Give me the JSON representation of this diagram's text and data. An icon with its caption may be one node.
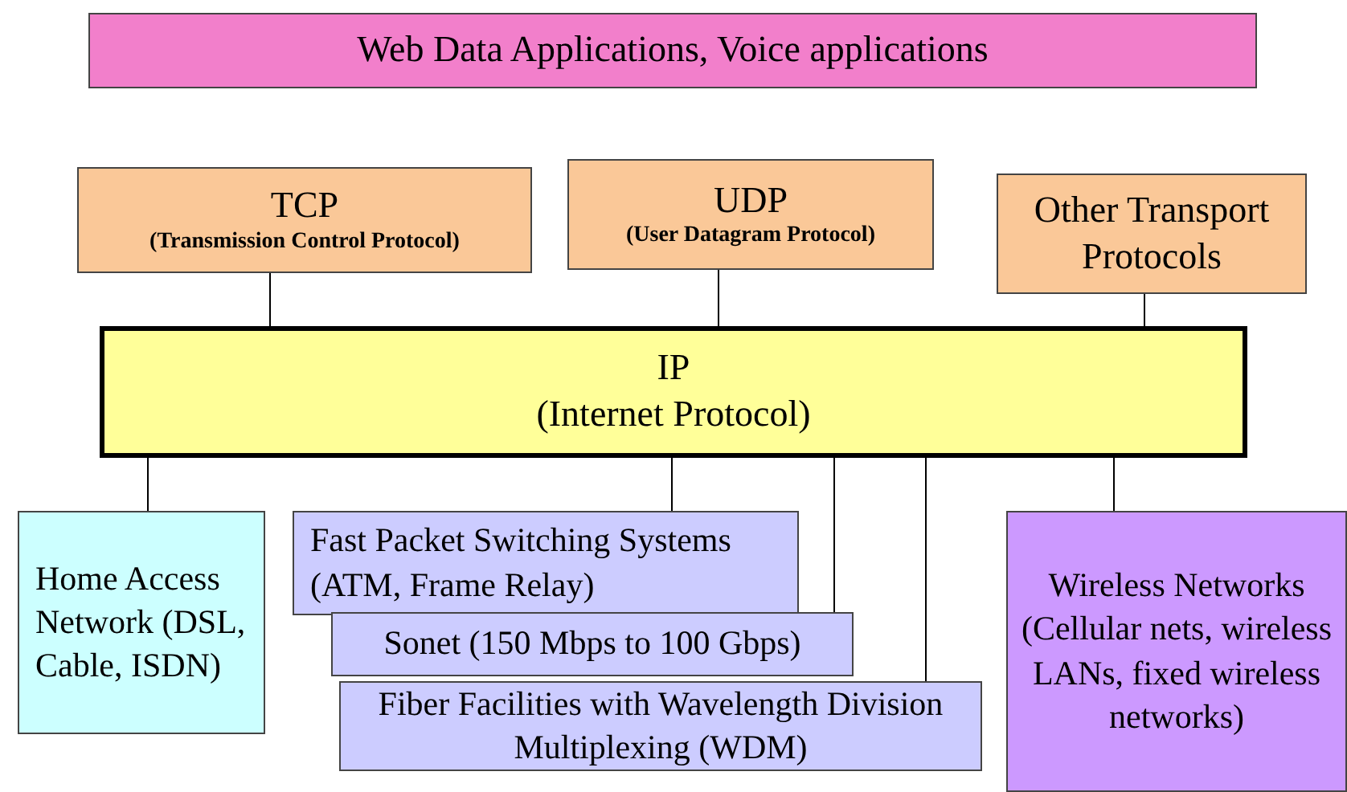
{
  "diagram": {
    "nodes": [
      {
        "text": [
          "Web Data  Applications, Voice applications"
        ]
      },
      {
        "text": [
          "TCP",
          "(Transmission Control Protocol)"
        ]
      },
      {
        "text": [
          "UDP",
          "(User Datagram Protocol)"
        ]
      },
      {
        "text": [
          "Other Transport Protocols"
        ]
      },
      {
        "text": [
          "IP",
          "(Internet Protocol)"
        ]
      },
      {
        "text": [
          "Home Access Network (DSL, Cable, ISDN)"
        ]
      },
      {
        "text": [
          "Fast Packet Switching Systems (ATM,  Frame Relay)"
        ]
      },
      {
        "text": [
          "Sonet (150 Mbps to 100 Gbps)"
        ]
      },
      {
        "text": [
          "Fiber Facilities with Wavelength Division Multiplexing (WDM)"
        ]
      },
      {
        "text": [
          "Wireless Networks (Cellular nets, wireless LANs, fixed wireless networks)"
        ]
      }
    ],
    "edges": [
      {
        "from": 1,
        "to": 4,
        "arrow": "none"
      },
      {
        "from": 2,
        "to": 4,
        "arrow": "none"
      },
      {
        "from": 3,
        "to": 4,
        "arrow": "none"
      },
      {
        "from": 4,
        "to": 5,
        "arrow": "none"
      },
      {
        "from": 4,
        "to": 6,
        "arrow": "none"
      },
      {
        "from": 4,
        "to": 7,
        "arrow": "none"
      },
      {
        "from": 4,
        "to": 8,
        "arrow": "none"
      },
      {
        "from": 4,
        "to": 9,
        "arrow": "none"
      }
    ]
  }
}
